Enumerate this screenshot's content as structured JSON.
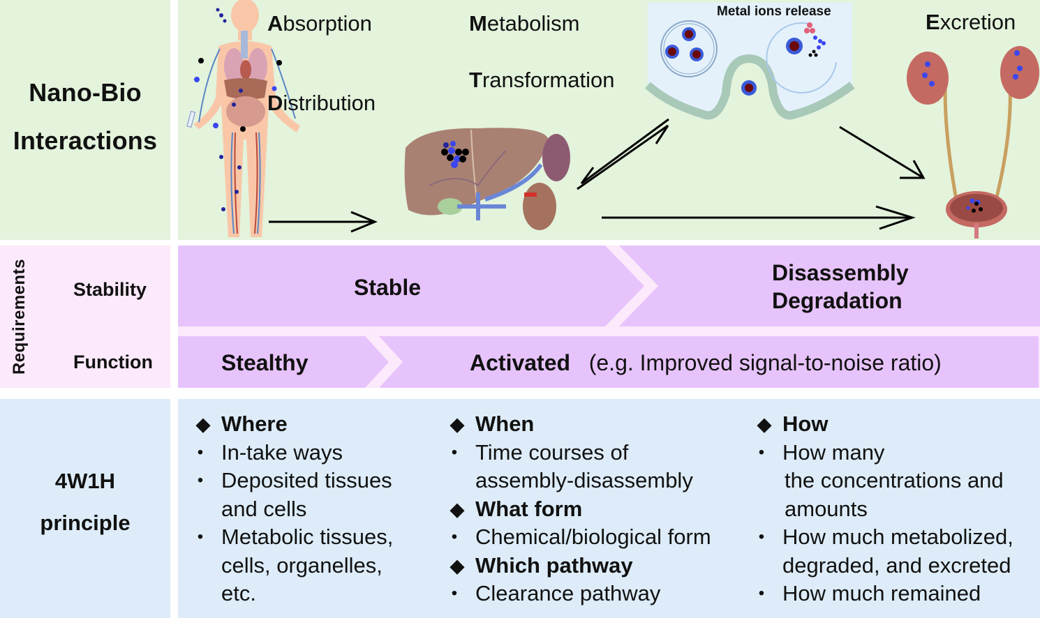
{
  "nano_bio": {
    "title_line1": "Nano-Bio",
    "title_line2": "Interactions",
    "stages": {
      "absorption": {
        "initial": "A",
        "rest": "bsorption"
      },
      "distribution": {
        "initial": "D",
        "rest": "istribution"
      },
      "metabolism": {
        "initial": "M",
        "rest": "etabolism"
      },
      "transformation": {
        "initial": "T",
        "rest": "ransformation"
      },
      "excretion": {
        "initial": "E",
        "rest": "xcretion"
      }
    },
    "cell_inset_label": "Metal ions release",
    "illustrations": [
      "human-body-icon",
      "liver-kidney-icon",
      "cell-endocytosis-icon",
      "urinary-system-icon"
    ]
  },
  "requirements": {
    "section_label": "Requirements",
    "rows": [
      {
        "label": "Stability",
        "phase1": "Stable",
        "phase2_line1": "Disassembly",
        "phase2_line2": "Degradation"
      },
      {
        "label": "Function",
        "phase1": "Stealthy",
        "phase2": "Activated",
        "phase2_note": "(e.g. Improved signal-to-noise ratio)"
      }
    ]
  },
  "principle": {
    "title_line1": "4W1H",
    "title_line2": "principle",
    "columns": [
      {
        "groups": [
          {
            "heading": "Where",
            "bullets": [
              [
                "In-take ways"
              ],
              [
                "Deposited tissues",
                "and cells"
              ],
              [
                "Metabolic tissues,",
                "cells, organelles,",
                "etc."
              ]
            ]
          }
        ]
      },
      {
        "groups": [
          {
            "heading": "When",
            "bullets": [
              [
                "Time courses of",
                "assembly-disassembly"
              ]
            ]
          },
          {
            "heading": "What form",
            "bullets": [
              [
                "Chemical/biological form"
              ]
            ]
          },
          {
            "heading": "Which pathway",
            "bullets": [
              [
                "Clearance pathway"
              ]
            ]
          }
        ]
      },
      {
        "groups": [
          {
            "heading": "How",
            "bullets": [
              [
                "How many",
                "the concentrations and",
                "amounts"
              ],
              [
                "How much metabolized,",
                "degraded, and excreted"
              ],
              [
                "How much remained"
              ]
            ]
          }
        ]
      }
    ]
  },
  "colors": {
    "top_bg": "#e3f3dc",
    "requirements_label_bg": "#fce9fb",
    "requirements_band": "#e7c3fb",
    "principle_bg": "#ddecf8",
    "cell_inset_bg": "#e4f1fb"
  }
}
